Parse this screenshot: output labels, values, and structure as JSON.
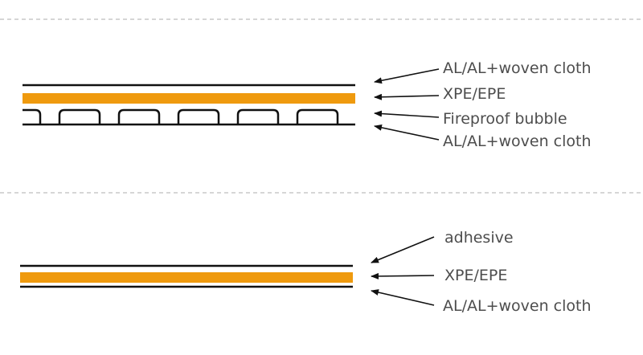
{
  "colors": {
    "line": "#111111",
    "foam": "#ef9a0e",
    "divider": "#bdbdbd",
    "text": "#4d4d4d"
  },
  "diagram_top": {
    "labels": [
      "AL/AL+woven cloth",
      "XPE/EPE",
      "Fireproof bubble",
      "AL/AL+woven cloth"
    ]
  },
  "diagram_bottom": {
    "labels": [
      "adhesive",
      "XPE/EPE",
      "AL/AL+woven cloth"
    ]
  }
}
